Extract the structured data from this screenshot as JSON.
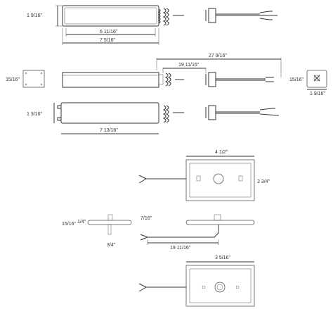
{
  "dimensions": {
    "top_height": "1 9/16\"",
    "top_inner_length": "6 11/16\"",
    "top_outer_length": "7 5/16\"",
    "overall_length": "27 9/16\"",
    "cable_length": "19 11/16\"",
    "end_view_left_height": "15/16\"",
    "end_view_right_height": "15/16\"",
    "end_view_right_width": "1 9/16\"",
    "bottom_height": "1 3/16\"",
    "bottom_length": "7 13/16\"",
    "switch_plate_width": "4 1/2\"",
    "switch_plate_height": "2 3/4\"",
    "side_height": "15/16\"",
    "side_thickness": "1/4\"",
    "side_stem": "3/4\"",
    "side_offset": "7/16\"",
    "side_cable_length": "19 11/16\"",
    "button_plate_width": "3 5/16\""
  }
}
